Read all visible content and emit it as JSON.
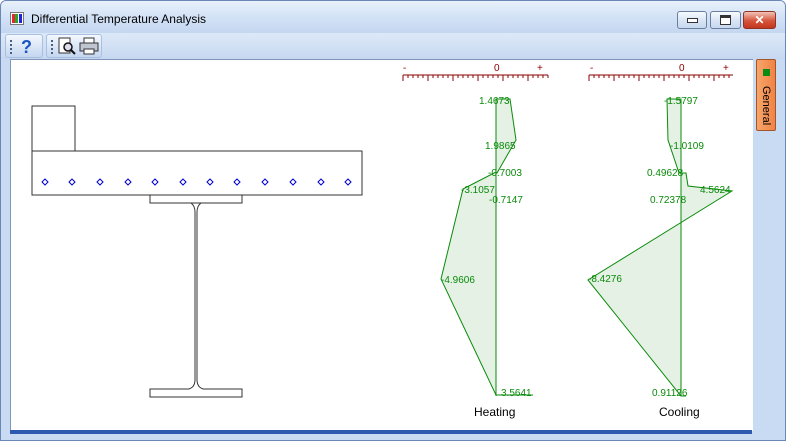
{
  "window": {
    "title": "Differential Temperature Analysis"
  },
  "toolbar": {
    "help_icon": "help-question-icon",
    "preview_icon": "print-preview-icon",
    "print_icon": "printer-icon"
  },
  "side_tab": {
    "label": "General"
  },
  "scale": {
    "minus": "-",
    "zero": "0",
    "plus": "+"
  },
  "heating": {
    "label": "Heating",
    "values": [
      "1.4673",
      "1.9865",
      "-0.7003",
      "-3.1057",
      "-0.7147",
      "-4.9606",
      "3.5641"
    ]
  },
  "cooling": {
    "label": "Cooling",
    "values": [
      "-1.5797",
      "-1.0109",
      "0.49628",
      "4.5624",
      "0.72378",
      "-8.4276",
      "0.91126"
    ]
  },
  "colors": {
    "diagram": "#0a8a0a",
    "fill": "#e6f2e6",
    "scale": "#8b0000",
    "strand": "#0000cc"
  }
}
